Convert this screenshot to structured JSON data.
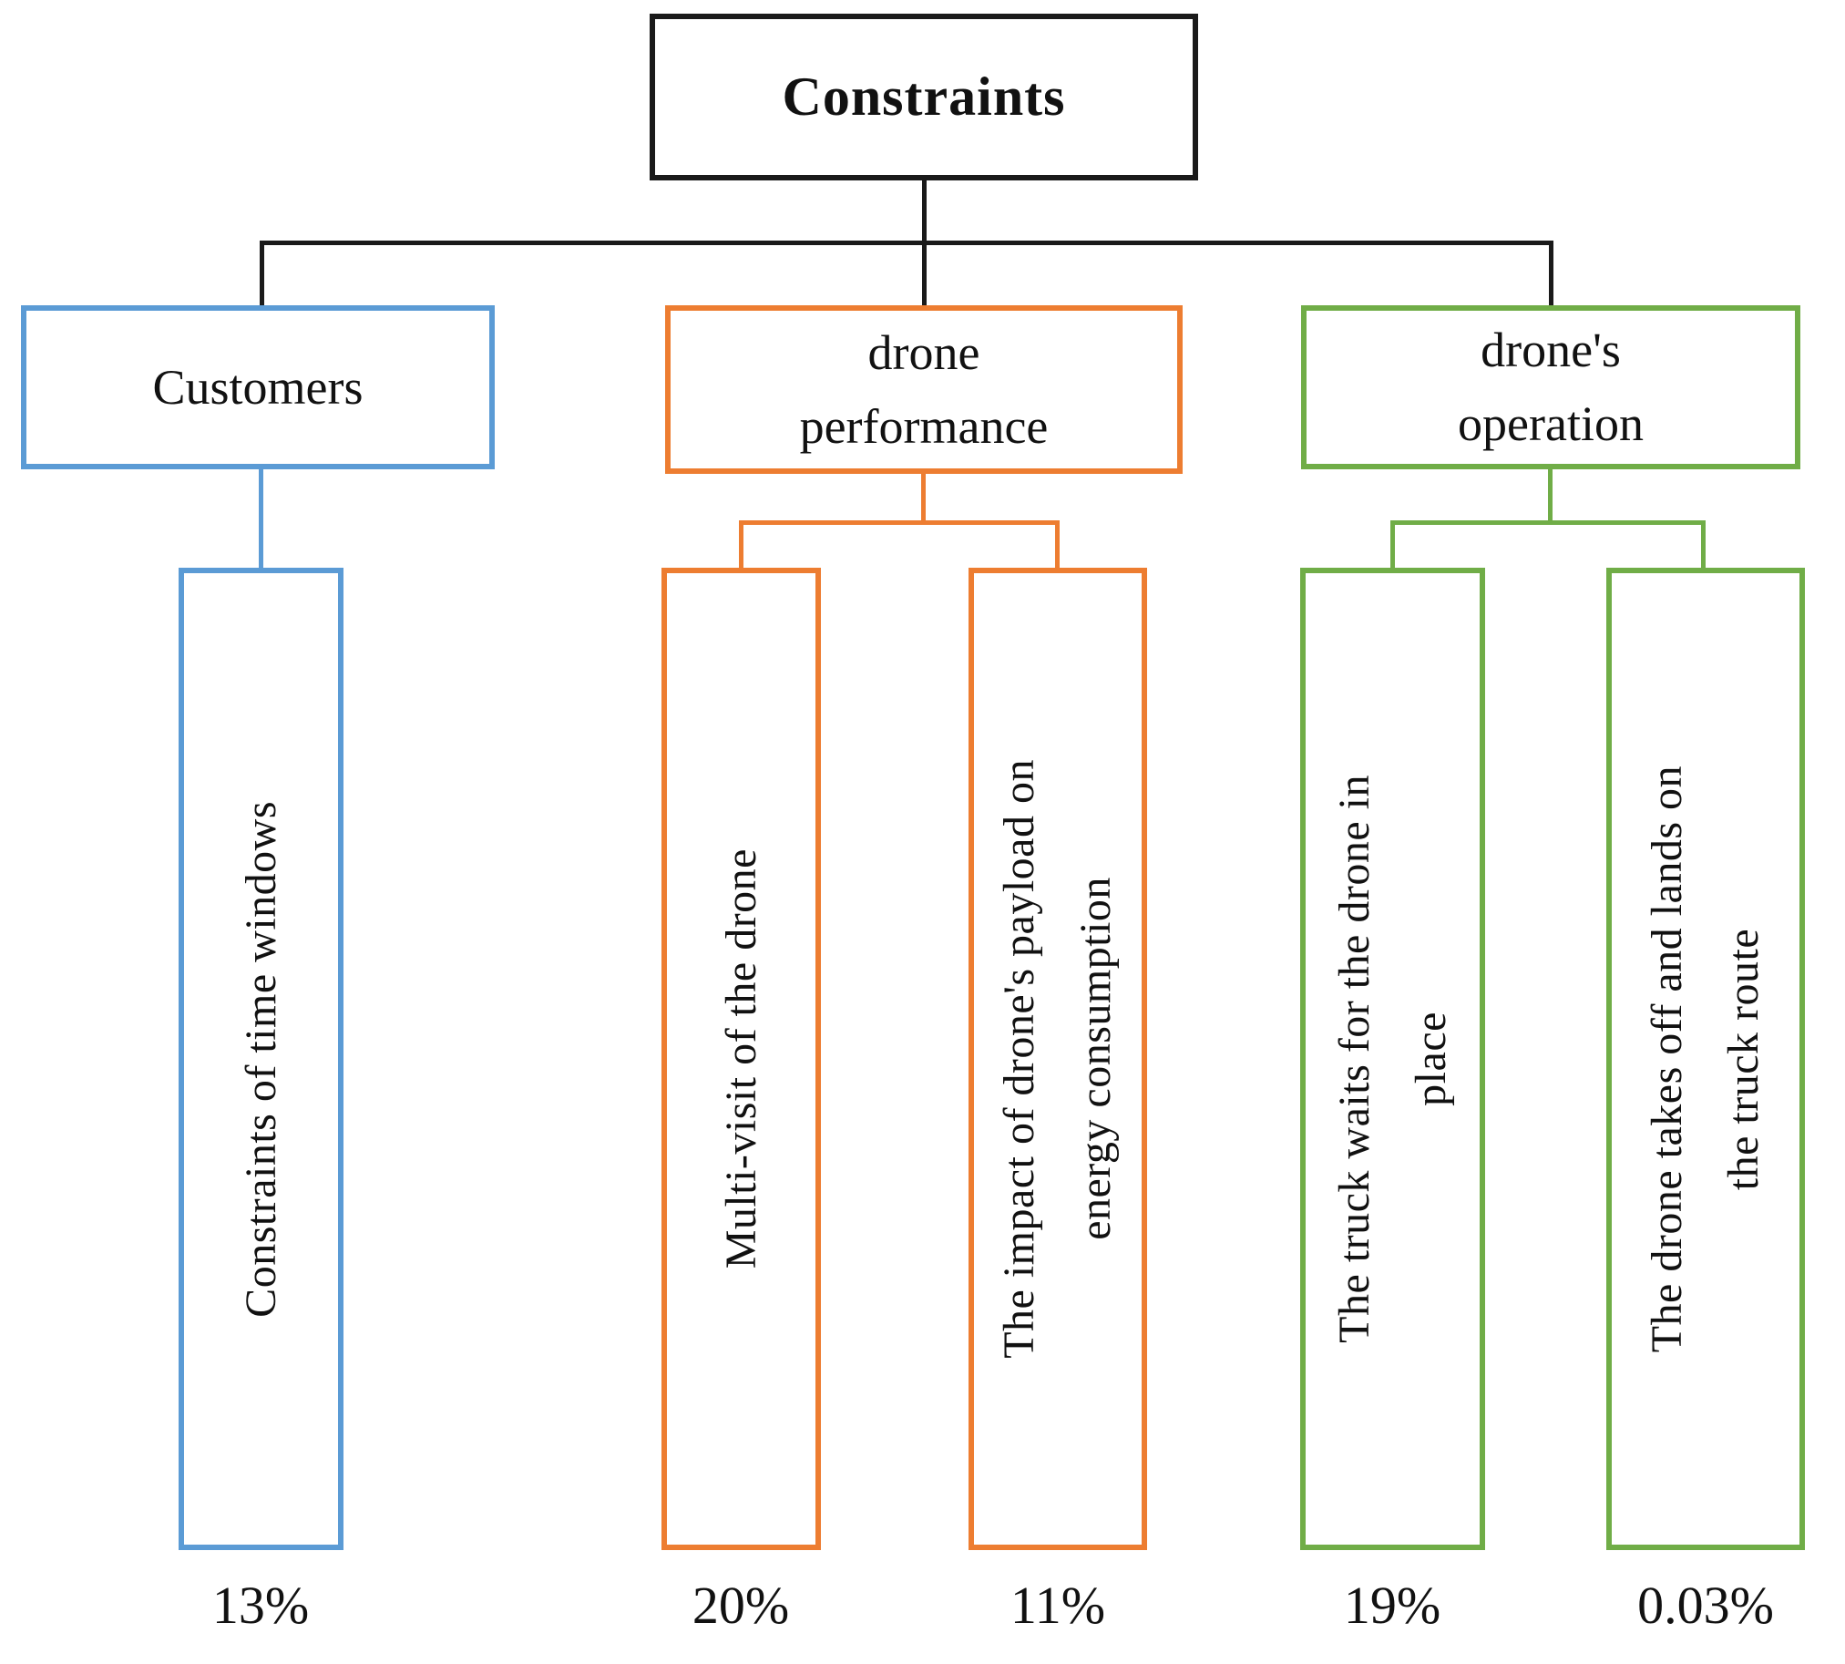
{
  "figure": {
    "type": "hierarchy-tree",
    "line_color": "#1a1a1a",
    "root": {
      "label": "Constraints"
    },
    "branches": [
      {
        "id": "customers",
        "label": "Customers",
        "color": "#5b9bd5",
        "leaves": [
          {
            "label": "Constraints of  time windows",
            "percent": "13%"
          }
        ]
      },
      {
        "id": "drone-performance",
        "label": "drone\nperformance",
        "color": "#ed7d31",
        "leaves": [
          {
            "label": "Multi-visit of the drone",
            "percent": "20%"
          },
          {
            "label": "The impact of drone's  payload on\nenergy consumption",
            "percent": "11%"
          }
        ]
      },
      {
        "id": "drones-operation",
        "label": "drone's\noperation",
        "color": "#70ad47",
        "leaves": [
          {
            "label": "The truck waits for the drone in\nplace",
            "percent": "19%"
          },
          {
            "label": "The drone takes off and lands on\nthe truck route",
            "percent": "0.03%"
          }
        ]
      }
    ]
  }
}
